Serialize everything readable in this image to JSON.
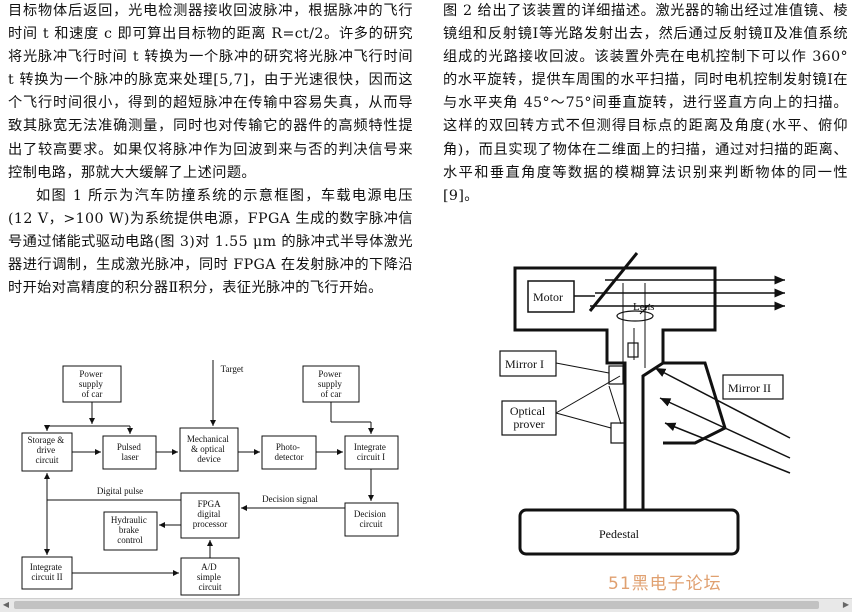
{
  "left_column": {
    "para1": "目标物体后返回，光电检测器接收回波脉冲，根据脉冲的飞行时间 t 和速度 c 即可算出目标物的距离 R=ct/2。许多的研究将光脉冲飞行时间 t 转换为一个脉冲的研究将光脉冲飞行时间 t 转换为一个脉冲的脉宽来处理[5,7]，由于光速很快，因而这个飞行时间很小，得到的超短脉冲在传输中容易失真，从而导致其脉宽无法准确测量，同时也对传输它的器件的高频特性提出了较高要求。如果仅将脉冲作为回波到来与否的判决信号来控制电路，那就大大缓解了上述问题。",
    "para2": "如图 1 所示为汽车防撞系统的示意框图，车载电源电压(12 V，>100 W)为系统提供电源，FPGA 生成的数字脉冲信号通过储能式驱动电路(图 3)对 1.55 μm 的脉冲式半导体激光器进行调制，生成激光脉冲，同时 FPGA 在发射脉冲的下降沿时开始对高精度的积分器Ⅱ积分，表征光脉冲的飞行开始。"
  },
  "right_column": {
    "para1": "图 2 给出了该装置的详细描述。激光器的输出经过准值镜、棱镜组和反射镜Ⅰ等光路发射出去，然后通过反射镜Ⅱ及准值系统组成的光路接收回波。该装置外壳在电机控制下可以作 360°的水平旋转，提供车周围的水平扫描，同时电机控制发射镜Ⅰ在与水平夹角 45°～75°间垂直旋转，进行竖直方向上的扫描。这样的双回转方式不但测得目标点的距离及角度(水平、俯仰角)，而且实现了物体在二维面上的扫描，通过对扫描的距离、水平和垂直角度等数据的模糊算法识别来判断物体的同一性[9]。"
  },
  "block_diagram": {
    "power_supply_1": [
      "Power",
      "supply",
      "of car"
    ],
    "power_supply_2": [
      "Power",
      "supply",
      "of car"
    ],
    "target": "Target",
    "storage_drive": [
      "Storage &",
      "drive",
      "circuit"
    ],
    "pulsed_laser": [
      "Pulsed",
      "laser"
    ],
    "mech_optical": [
      "Mechanical",
      "& optical",
      "device"
    ],
    "photo_detector": [
      "Photo-",
      "detector"
    ],
    "integrate_1": [
      "Integrate",
      "circuit I"
    ],
    "digital_pulse": "Digital pulse",
    "fpga": [
      "FPGA",
      "digital",
      "processor"
    ],
    "decision_signal": "Decision signal",
    "decision_circuit": [
      "Decision",
      "circuit"
    ],
    "hydraulic": [
      "Hydraulic",
      "brake",
      "control"
    ],
    "integrate_2": [
      "Integrate",
      "circuit II"
    ],
    "ad": [
      "A/D",
      "simple",
      "circuit"
    ]
  },
  "device_diagram": {
    "motor": "Motor",
    "lens": "Lens",
    "mirror_1": "Mirror I",
    "mirror_2": "Mirror II",
    "optical_prover": [
      "Optical",
      "prover"
    ],
    "pedestal": "Pedestal"
  },
  "watermark": "51黑电子论坛",
  "colors": {
    "watermark": "#e0a070",
    "text": "#111111"
  }
}
